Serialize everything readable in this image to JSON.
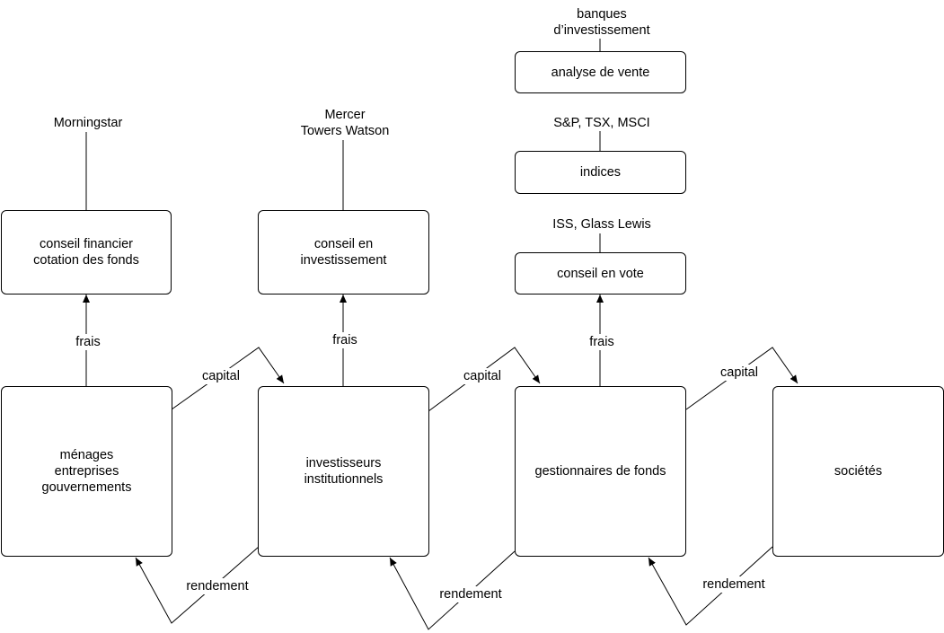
{
  "boxes": {
    "menages": "ménages\nentreprises\ngouvernements",
    "investisseurs": "investisseurs\ninstitutionnels",
    "gestionnaires": "gestionnaires de fonds",
    "societes": "sociétés",
    "conseil_financier": "conseil financier\ncotation des fonds",
    "conseil_investissement": "conseil en\ninvestissement",
    "conseil_vote": "conseil en vote",
    "indices": "indices",
    "analyse_vente": "analyse de vente"
  },
  "labels": {
    "morningstar": "Morningstar",
    "mercer": "Mercer\nTowers Watson",
    "iss": "ISS, Glass Lewis",
    "sp": "S&P, TSX, MSCI",
    "banques": "banques\nd’investissement",
    "frais_1": "frais",
    "frais_2": "frais",
    "frais_3": "frais",
    "capital_1": "capital",
    "capital_2": "capital",
    "capital_3": "capital",
    "rendement_1": "rendement",
    "rendement_2": "rendement",
    "rendement_3": "rendement"
  }
}
